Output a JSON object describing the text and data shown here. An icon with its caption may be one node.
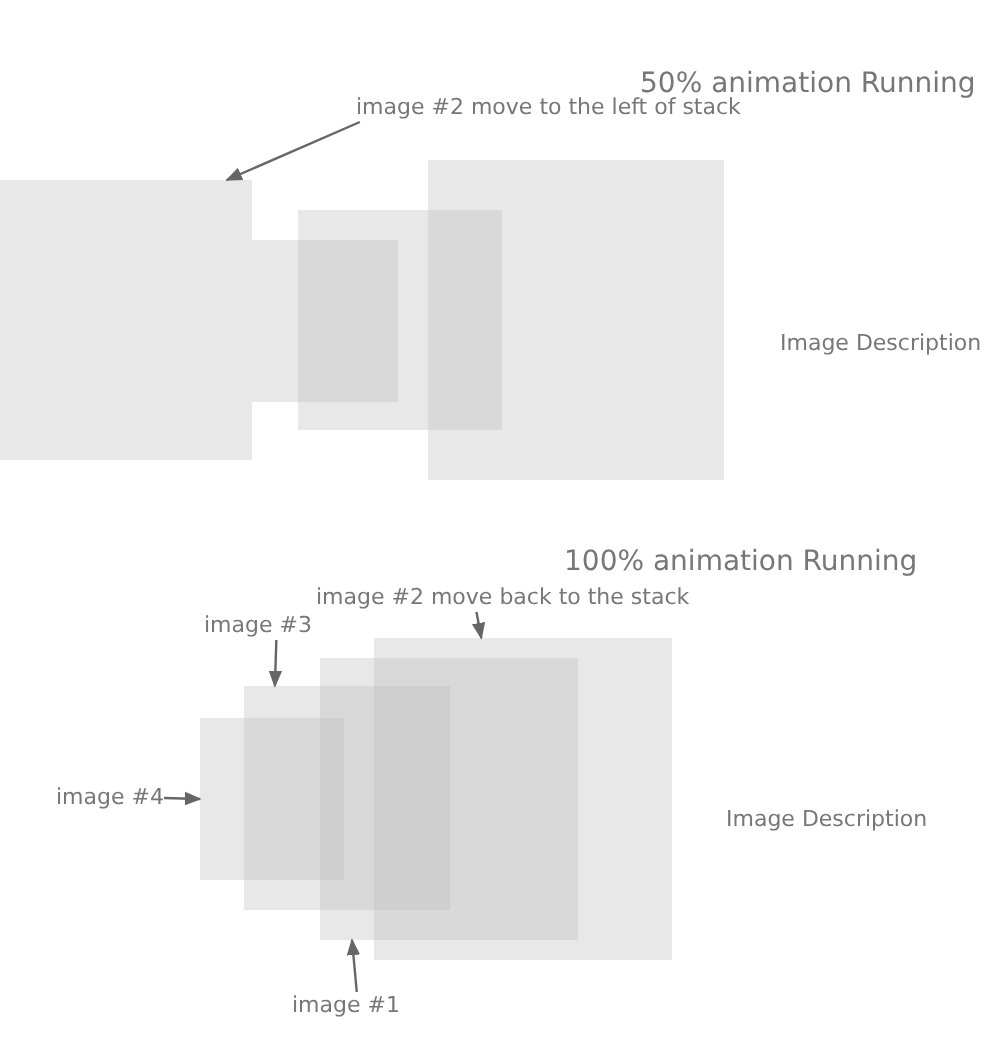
{
  "diagram": {
    "nodes": [
      {
        "text": [
          "image #2 move to the left of stack"
        ]
      },
      {
        "text": [],
        "shape": "box"
      },
      {
        "text": [],
        "shape": "box"
      },
      {
        "text": [],
        "shape": "box"
      },
      {
        "text": [],
        "shape": "box"
      },
      {
        "text": [
          "image #2 move back to the stack"
        ]
      },
      {
        "text": [
          "image #3"
        ]
      },
      {
        "text": [
          "image #4"
        ]
      },
      {
        "text": [
          "image #1"
        ]
      },
      {
        "text": [],
        "shape": "box"
      },
      {
        "text": [],
        "shape": "box"
      },
      {
        "text": [],
        "shape": "box"
      },
      {
        "text": [],
        "shape": "box"
      }
    ],
    "edges": [
      {
        "from": 0,
        "to": 1,
        "arrow": "to"
      },
      {
        "from": 5,
        "to": 12,
        "arrow": "to"
      },
      {
        "from": 6,
        "to": 10,
        "arrow": "to"
      },
      {
        "from": 7,
        "to": 9,
        "arrow": "to"
      },
      {
        "from": 8,
        "to": 11,
        "arrow": "to"
      }
    ],
    "labels": [
      "50% animation Running",
      "Image Description",
      "100% animation Running",
      "Image Description"
    ]
  }
}
